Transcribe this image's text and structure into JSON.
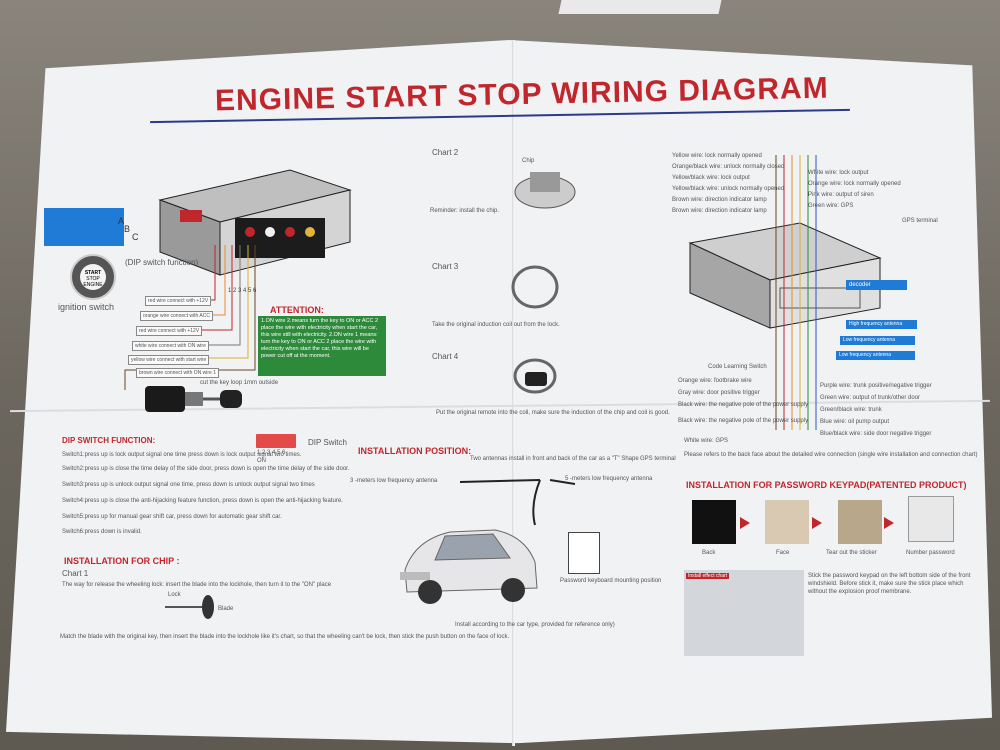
{
  "title": "ENGINE START STOP WIRING DIAGRAM",
  "ignition": {
    "label": "ignition switch",
    "button_line1": "START",
    "button_line2": "STOP",
    "button_line3": "ENGINE",
    "dip_function_label": "(DIP switch function)",
    "abc": [
      "A",
      "B",
      "C"
    ],
    "terminals": "1 2 3 4 5 6"
  },
  "left_wires": [
    "red wire connect with +12V",
    "orange wire connect with ACC",
    "red wire connect with +12V",
    "white wire connect with ON wire",
    "yellow wire connect with start wire",
    "brown wire connect with ON wire 1"
  ],
  "cut_label": "cut the key loop 1mm outside",
  "attention": {
    "heading": "ATTENTION:",
    "text": "1.ON wire 2.means turn the key to ON or ACC 2 place the wire with electricity when start the car, this wire still with electricity. 2.ON wire 1 means: turn the key to ON or ACC 2 place the wire with electricity when start the car, this wire will be power cut off at the moment."
  },
  "dip": {
    "heading": "DIP SWITCH FUNCTION:",
    "switch_label": "DIP Switch",
    "on_label": "ON",
    "numbers": "1 2 3 4 5 6",
    "items": [
      "Switch1:press up is lock output signal one time press down is lock output signal two times.",
      "Switch2:press up is close the time delay of the side door, press down is open the time delay of the side door.",
      "Switch3:press up is unlock output signal one time, press down is unlock output signal two times",
      "Switch4:press up is close the anti-hijacking feature function, press down is open the anti-hijacking feature.",
      "Switch5:press up for manual gear shift car, press down for automatic gear shift car.",
      "Switch6:press down is invalid."
    ]
  },
  "chip": {
    "heading": "INSTALLATION FOR CHIP :",
    "chart1": "Chart 1",
    "chart1_text": "The way for release the wheeling lock: insert the blade into the lockhole, then turn it to the \"ON\" place",
    "lock": "Lock",
    "blade": "Blade",
    "footer": "Match the blade with the original key, then insert the blade into the lockhole like it's chart, so that the wheeling can't be lock, then stick the push button on the face of lock."
  },
  "charts": {
    "chart2": "Chart 2",
    "chart3": "Chart 3",
    "chart4": "Chart 4",
    "chip_label": "Chip",
    "reminder": "Reminder: install the chip.",
    "chart3_text": "Take the original induction coil out from the lock.",
    "chart4_text": "Put the original remote into the coil, make sure the induction of the chip and coil is good."
  },
  "install_pos": {
    "heading": "INSTALLATION POSITION:",
    "antenna_two": "Two antennas install in front and back of the car as a \"T\" Shape",
    "antenna_3m": "3 -meters low frequency antenna",
    "antenna_5m": "5 -meters low frequency antenna",
    "keypad_pos": "Password keyboard mounting position",
    "car_type": "Install according to the car type, provided for reference only)"
  },
  "right_wires_top": [
    "Yellow wire: lock normally opened",
    "Orange/black wire: unlock normally closed",
    "Yellow/black wire: lock output",
    "Yellow/black wire: unlock normally opened",
    "Brown wire: direction indicator lamp",
    "Brown wire: direction indicator lamp"
  ],
  "right_wires_side": [
    "White wire: lock output",
    "Orange wire: lock normally opened",
    "Pink wire: output of siren",
    "Green wire: GPS"
  ],
  "gps_terminal": "GPS terminal",
  "decoder": "decoder",
  "antennas": [
    "High frequency antenna",
    "Low frequency antenna",
    "Low frequency antenna"
  ],
  "code_learning": "Code Learning Switch",
  "right_wires_bottom": [
    "Orange wire: footbrake wire",
    "Gray wire: door positive trigger",
    "Black wire: the negative pole of the power supply",
    "Black wire: the negative pole of the power supply",
    "White wire: GPS"
  ],
  "right_wires_far": [
    "Purple wire: trunk positive/negative trigger",
    "Green wire: output of trunk/other door",
    "Green/black wire: trunk",
    "Blue wire: oil pump output",
    "Blue/black wire: side door negative trigger"
  ],
  "refer_note": "Please refers to the back face about the detailed wire connection (single wire installation and connection chart)",
  "keypad": {
    "heading": "INSTALLATION FOR PASSWORD KEYPAD(PATENTED PRODUCT)",
    "steps": [
      "Back",
      "Face",
      "Tear out the sticker",
      "Number password"
    ],
    "photo_label": "Install effect chart",
    "note": "Stick the password keypad on the left bottom side of the front windshield. Before stick it, make sure the stick place which without the explosion proof membrane."
  },
  "colors": {
    "accent": "#c0272d",
    "rule": "#2c3a8a",
    "attention": "#2d8a3a",
    "blue_panel": "#1f7bd6"
  }
}
